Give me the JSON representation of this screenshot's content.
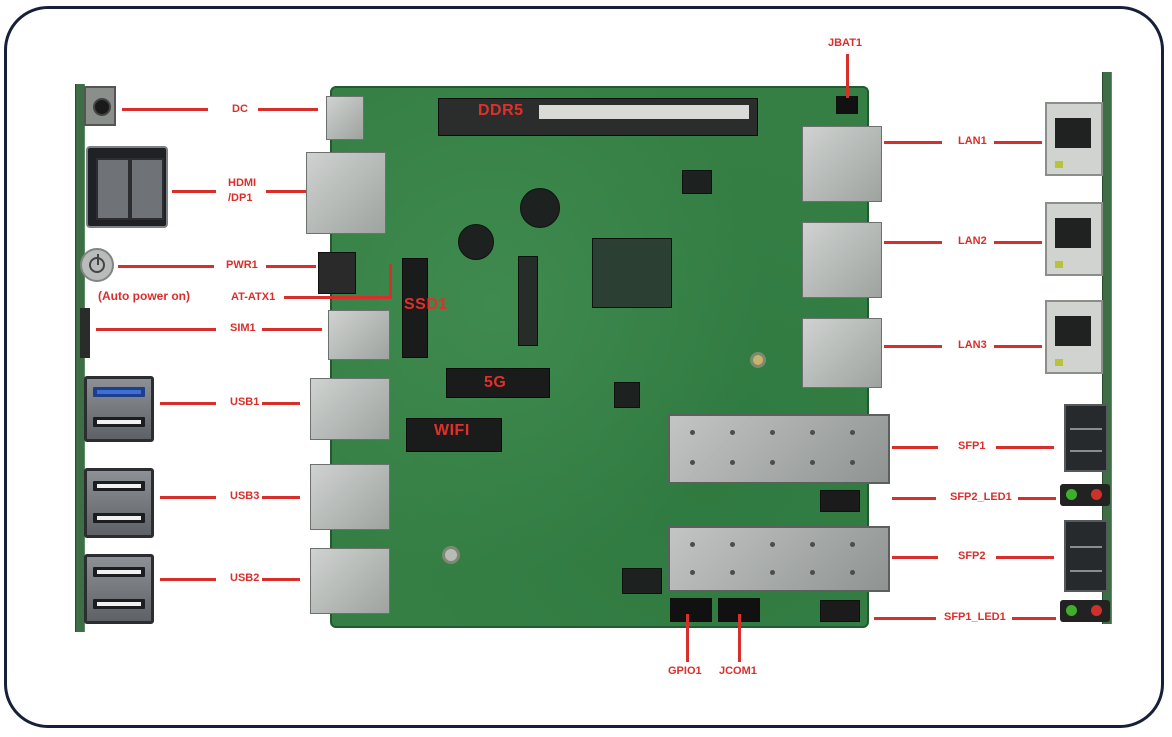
{
  "labels": {
    "dc": "DC",
    "hdmi_line1": "HDMI",
    "hdmi_line2": "/DP1",
    "pwr": "PWR1",
    "auto_power": "(Auto power on)",
    "at_atx": "AT-ATX1",
    "sim": "SIM1",
    "usb1": "USB1",
    "usb3": "USB3",
    "usb2": "USB2",
    "jbat": "JBAT1",
    "lan1": "LAN1",
    "lan2": "LAN2",
    "lan3": "LAN3",
    "sfp1": "SFP1",
    "sfp2_led": "SFP2_LED1",
    "sfp2": "SFP2",
    "sfp1_led": "SFP1_LED1",
    "gpio": "GPIO1",
    "jcom": "JCOM1"
  },
  "board_labels": {
    "ddr": "DDR5",
    "ssd": "SSD1",
    "fiveg": "5G",
    "wifi": "WIFI"
  },
  "colors": {
    "accent_red": "#d92f2c",
    "frame": "#16203a",
    "pcb_green": "#357f45"
  }
}
